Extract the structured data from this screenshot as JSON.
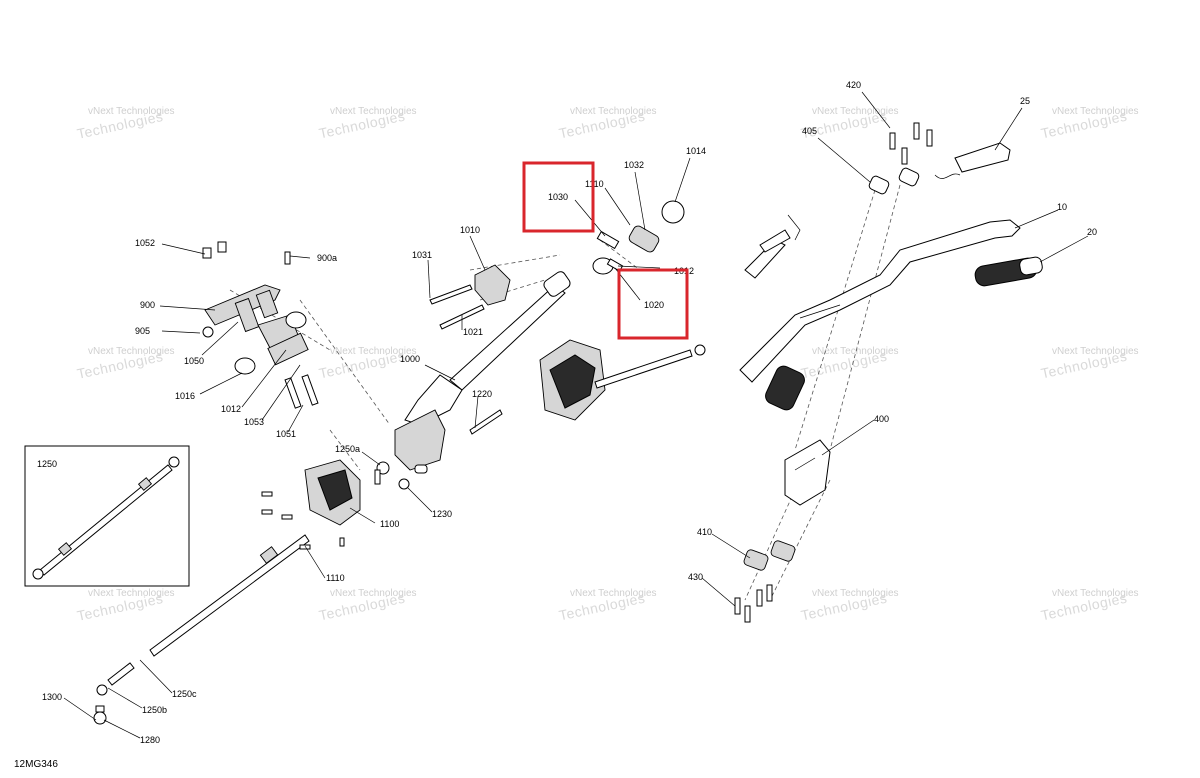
{
  "diagram_ref": "12MG346",
  "watermark": {
    "line1": "vNext",
    "line2": "Technologies",
    "inline": "vNext Technologies"
  },
  "colors": {
    "highlight": "#d9262c",
    "ink": "#000000",
    "watermark": "#cfcfcf"
  },
  "inset_label": "1250",
  "highlighted_labels": [
    "1030",
    "1020"
  ],
  "callouts": [
    {
      "id": "c420",
      "label": "420"
    },
    {
      "id": "c25",
      "label": "25"
    },
    {
      "id": "c405",
      "label": "405"
    },
    {
      "id": "c1014",
      "label": "1014"
    },
    {
      "id": "c1032",
      "label": "1032"
    },
    {
      "id": "c1030",
      "label": "1030"
    },
    {
      "id": "c1110",
      "label": "1110"
    },
    {
      "id": "c10",
      "label": "10"
    },
    {
      "id": "c20",
      "label": "20"
    },
    {
      "id": "c1052",
      "label": "1052"
    },
    {
      "id": "c900a",
      "label": "900a"
    },
    {
      "id": "c1010",
      "label": "1010"
    },
    {
      "id": "c1031",
      "label": "1031"
    },
    {
      "id": "c1012b",
      "label": "1012"
    },
    {
      "id": "c1020",
      "label": "1020"
    },
    {
      "id": "c900",
      "label": "900"
    },
    {
      "id": "c1021",
      "label": "1021"
    },
    {
      "id": "c905",
      "label": "905"
    },
    {
      "id": "c1050",
      "label": "1050"
    },
    {
      "id": "c1000",
      "label": "1000"
    },
    {
      "id": "c1016",
      "label": "1016"
    },
    {
      "id": "c1012",
      "label": "1012"
    },
    {
      "id": "c1053",
      "label": "1053"
    },
    {
      "id": "c1051",
      "label": "1051"
    },
    {
      "id": "c1220",
      "label": "1220"
    },
    {
      "id": "c400",
      "label": "400"
    },
    {
      "id": "c1250a",
      "label": "1250a"
    },
    {
      "id": "c1230",
      "label": "1230"
    },
    {
      "id": "c1100",
      "label": "1100"
    },
    {
      "id": "c410",
      "label": "410"
    },
    {
      "id": "c1110b",
      "label": "1110"
    },
    {
      "id": "c430",
      "label": "430"
    },
    {
      "id": "c1250c",
      "label": "1250c"
    },
    {
      "id": "c1300",
      "label": "1300"
    },
    {
      "id": "c1250b",
      "label": "1250b"
    },
    {
      "id": "c1280",
      "label": "1280"
    }
  ]
}
